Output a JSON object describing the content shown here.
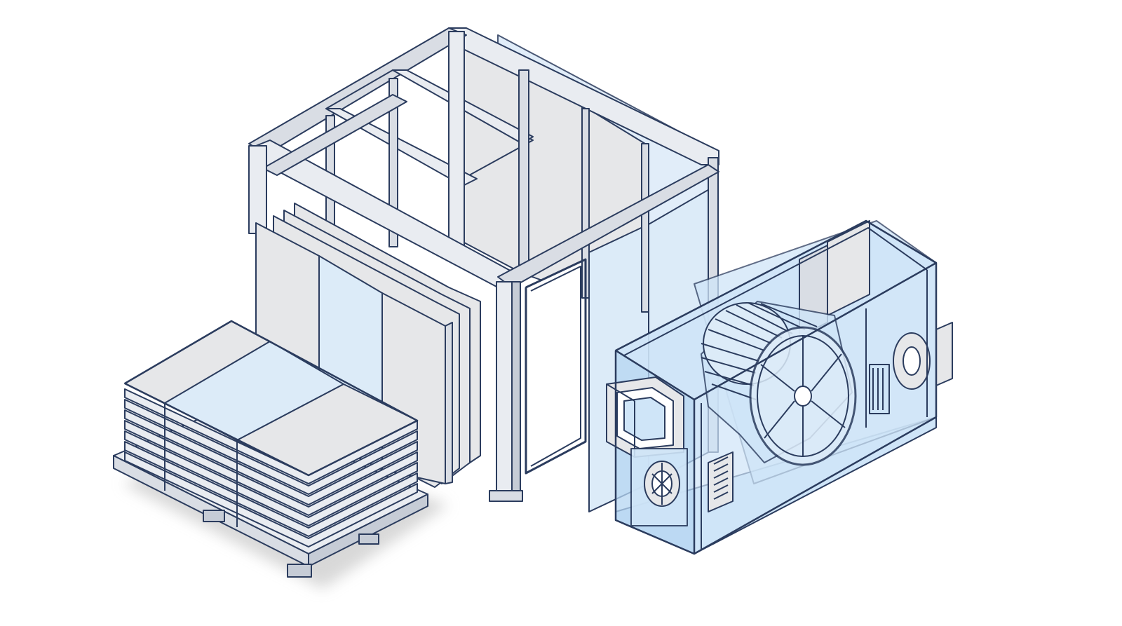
{
  "diagram": {
    "components": [
      {
        "name": "panel-pallet-stack",
        "description_visible": false
      },
      {
        "name": "leaning-wall-panels",
        "description_visible": false
      },
      {
        "name": "aluminium-cleanroom-frame",
        "description_visible": false
      },
      {
        "name": "air-handling-unit-with-blower",
        "description_visible": false
      }
    ]
  },
  "colors": {
    "outline": "#2b3c5e",
    "steel_light": "#e9ecf1",
    "steel_mid": "#d9dde4",
    "steel_dark": "#c6ccd6",
    "panel_grey": "#e6e7e9",
    "panel_blue": "#dcebf8",
    "glass_blue": "#cfe5f8",
    "glass_blue_dark": "#b6d6f2",
    "shadow": "#d4d4d4"
  }
}
